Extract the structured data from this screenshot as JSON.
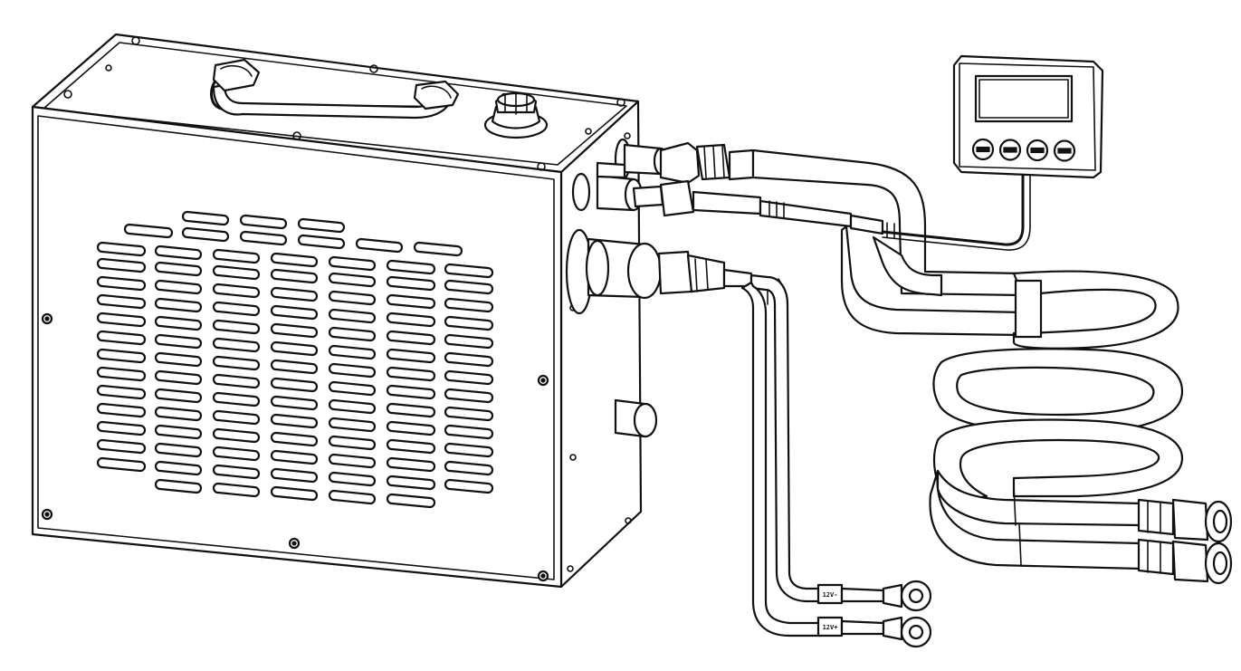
{
  "illustration": {
    "parts": [
      "cooling-unit",
      "carry-handle",
      "fill-cap",
      "front-vent-grille",
      "control-panel",
      "controller-cable",
      "coolant-hoses",
      "hose-coil",
      "hose-fittings",
      "power-cables",
      "ring-terminals"
    ]
  },
  "labels": {
    "terminal_top": "12V-",
    "terminal_bottom": "12V+"
  },
  "controller": {
    "button_count": 4,
    "button_icons": [
      "button-1-icon",
      "button-2-icon",
      "button-3-icon",
      "button-4-icon"
    ]
  },
  "colors": {
    "line": "#111111",
    "background": "#ffffff"
  }
}
